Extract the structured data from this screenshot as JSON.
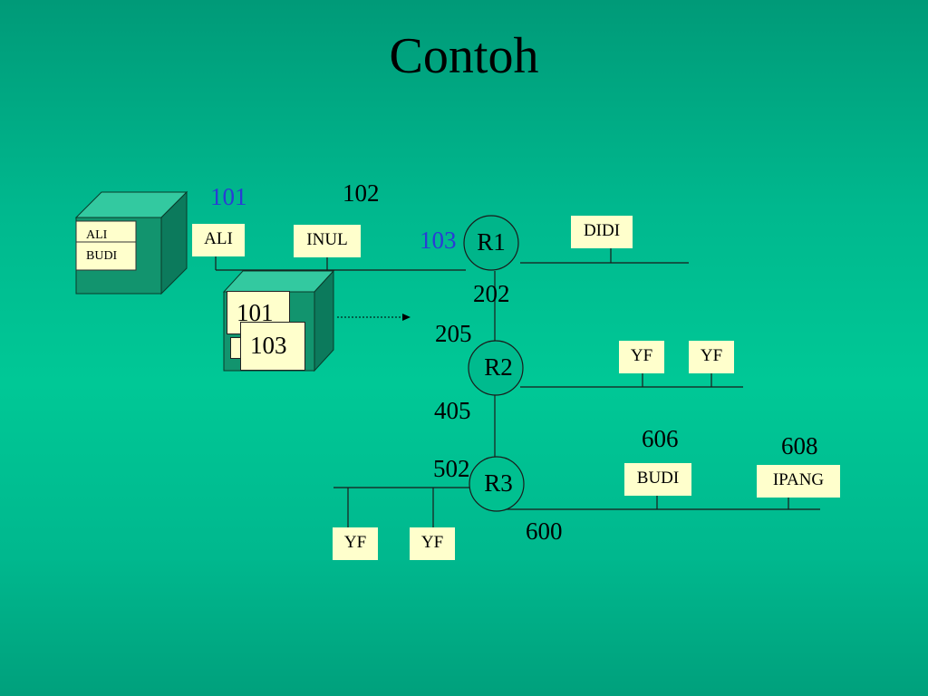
{
  "title": "Contoh",
  "numbers": {
    "n101": "101",
    "n102": "102",
    "n103": "103",
    "n202": "202",
    "n205": "205",
    "n405": "405",
    "n502": "502",
    "n600": "600",
    "n606": "606",
    "n608": "608"
  },
  "routers": {
    "r1": "R1",
    "r2": "R2",
    "r3": "R3"
  },
  "hosts": {
    "ali": "ALI",
    "inul": "INUL",
    "didi": "DIDI",
    "yf": "YF",
    "budi": "BUDI",
    "ipang": "IPANG"
  },
  "server_table": {
    "row1": "ALI",
    "row2": "BUDI"
  },
  "stack_cards": {
    "front": "103",
    "back": "101"
  },
  "colors": {
    "number_highlight": "#2a3bd6",
    "host_fill": "#ffffcc",
    "cube_face": "#1aa882"
  }
}
